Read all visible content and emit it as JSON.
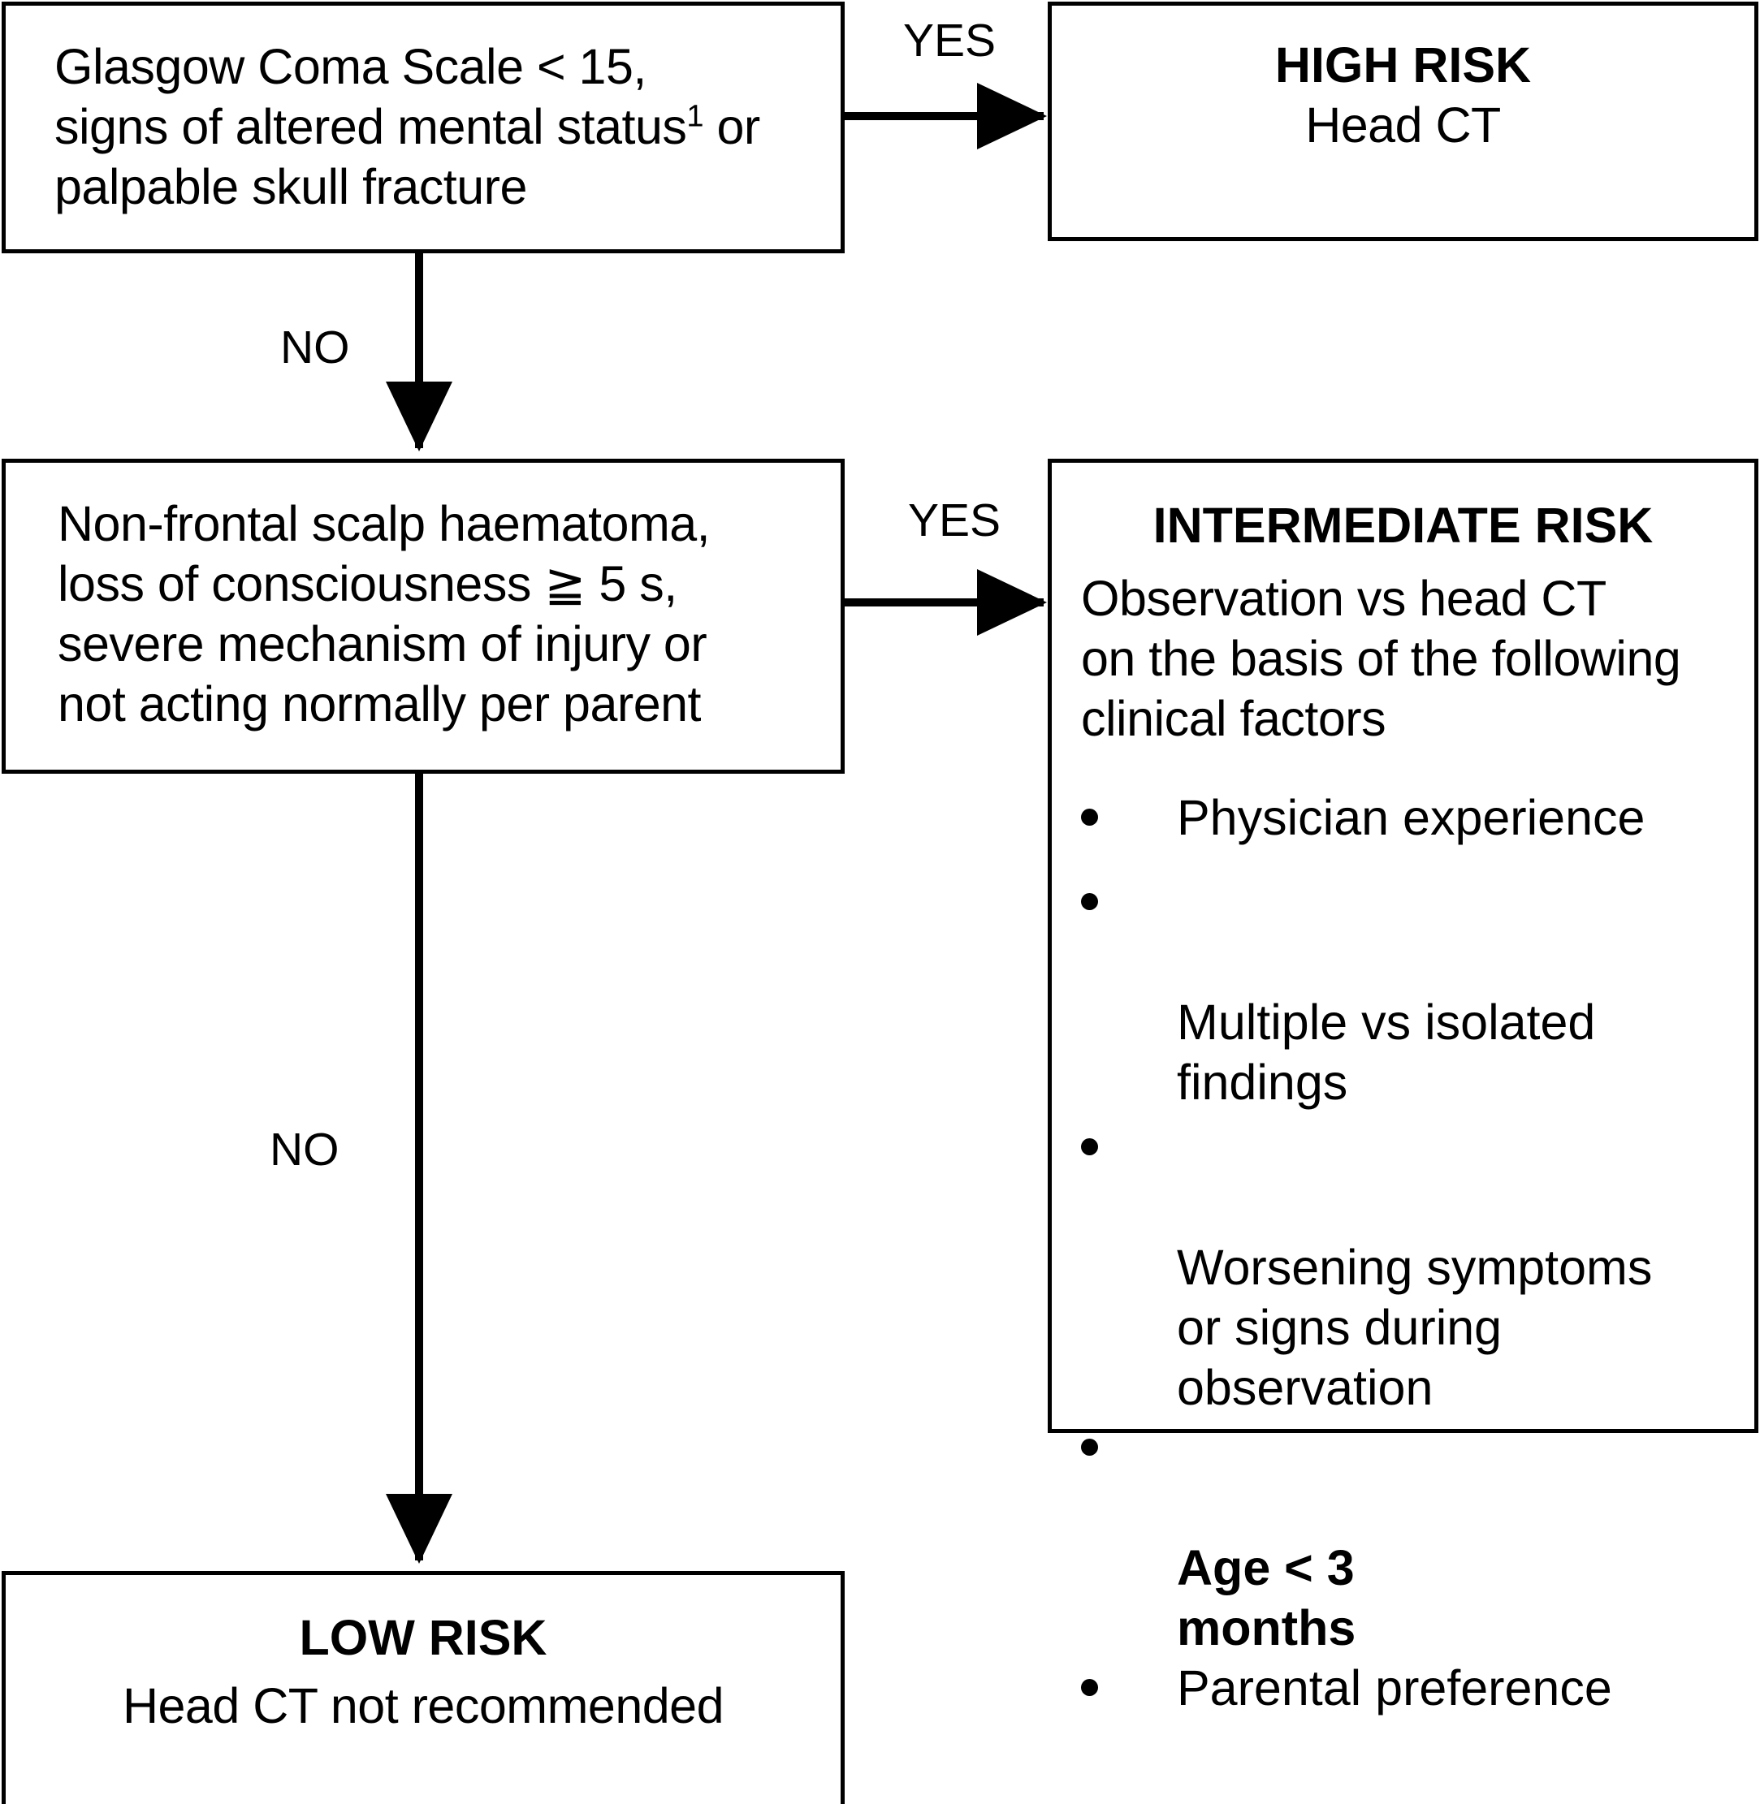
{
  "diagram": {
    "title": "Paediatric head injury risk stratification flowchart",
    "accent_color": "#000000",
    "background_color": "#ffffff",
    "nodes": {
      "decision1": {
        "line1": "Glasgow Coma Scale < 15,",
        "line2_pre": "signs of altered mental status",
        "line2_sup": "1",
        "line2_post": " or",
        "line3": "palpable skull fracture"
      },
      "high_risk": {
        "heading": "HIGH RISK",
        "body": "Head CT"
      },
      "decision2": {
        "line1": "Non-frontal scalp haematoma,",
        "line2": "loss of consciousness ≧ 5 s,",
        "line3": "severe mechanism of injury or",
        "line4": "not acting normally per parent"
      },
      "intermediate_risk": {
        "heading": "INTERMEDIATE RISK",
        "body_line1": "Observation vs head CT",
        "body_line2": "on the basis of the following",
        "body_line3": "clinical factors",
        "bullets": [
          {
            "text": "Physician experience",
            "bold": false
          },
          {
            "text": "Multiple vs isolated\nfindings",
            "bold": false
          },
          {
            "text": "Worsening symptoms\nor signs during\nobservation",
            "bold": false
          },
          {
            "text": "Age < 3\nmonths",
            "bold": true
          },
          {
            "text": "Parental preference",
            "bold": false
          }
        ]
      },
      "low_risk": {
        "heading": "LOW RISK",
        "body": "Head CT not recommended"
      }
    },
    "edges": {
      "yes_top": "YES",
      "no_top": "NO",
      "yes_middle": "YES",
      "no_middle": "NO"
    }
  }
}
